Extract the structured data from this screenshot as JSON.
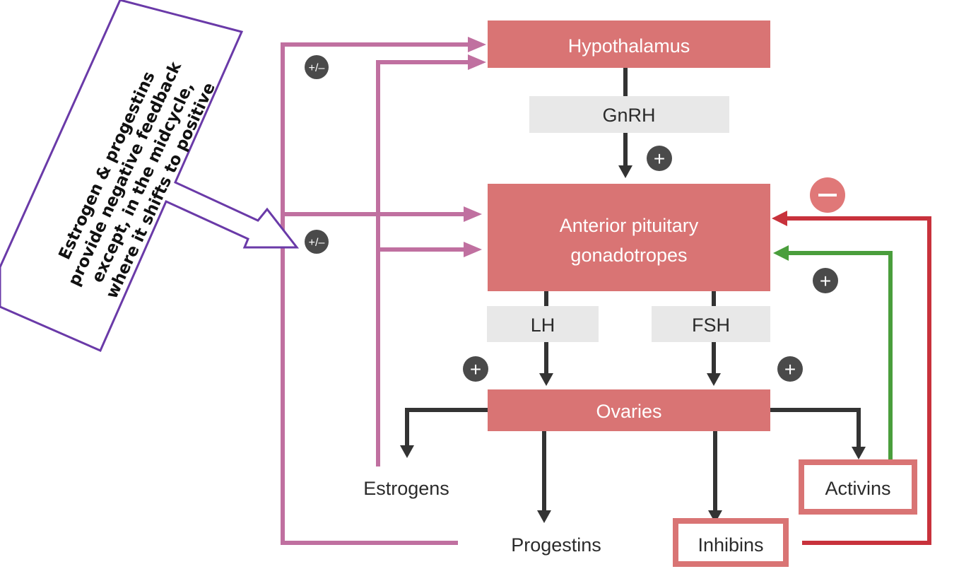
{
  "colors": {
    "organ": "#d97474",
    "hormone_bg": "#e8e8e8",
    "arrow_dark": "#333333",
    "feedback_pink": "#c070a0",
    "inhibit_red": "#c8323c",
    "activate_green": "#4a9e3c",
    "badge_dark": "#4a4a4a",
    "badge_minus": "#e07878",
    "callout_border": "#6a3aa8"
  },
  "nodes": {
    "hypothalamus": "Hypothalamus",
    "pituitary_line1": "Anterior pituitary",
    "pituitary_line2": "gonadotropes",
    "ovaries": "Ovaries"
  },
  "hormones": {
    "gnrh": "GnRH",
    "lh": "LH",
    "fsh": "FSH"
  },
  "products": {
    "estrogens": "Estrogens",
    "progestins": "Progestins",
    "inhibins": "Inhibins",
    "activins": "Activins"
  },
  "badges": {
    "plus_minus": "+/–",
    "plus": "+",
    "minus": "–"
  },
  "callout": {
    "lines": [
      "Estrogen & progestins",
      "provide negative feedback",
      "except, in the midcycle,",
      "where it shifts to positive"
    ]
  }
}
